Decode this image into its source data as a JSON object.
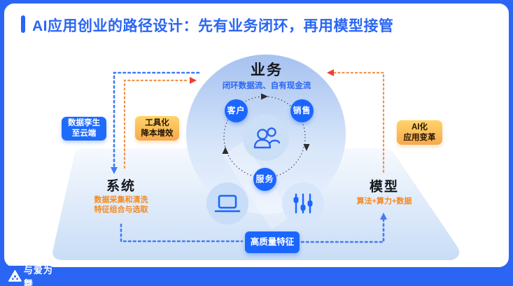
{
  "title": "AI应用创业的路径设计：先有业务闭环，再用模型接管",
  "footer": {
    "brand": "与爱为舞"
  },
  "diagram": {
    "business": {
      "heading": "业务",
      "subtitle": "闭环数据流、自有现金流",
      "nodes": [
        {
          "label": "客户"
        },
        {
          "label": "销售"
        },
        {
          "label": "服务"
        }
      ]
    },
    "system": {
      "heading": "系统",
      "sub1": "数据采集和清洗",
      "sub2": "特征组合与选取"
    },
    "model": {
      "heading": "模型",
      "sub": "算法+算力+数据"
    },
    "callouts": {
      "data_twin": {
        "line1": "数据孪生",
        "line2": "至云端"
      },
      "toolization": {
        "line1": "工具化",
        "line2": "降本增效"
      },
      "ai_change": {
        "line1": "AI化",
        "line2": "应用变革"
      },
      "feature": {
        "label": "高质量特征"
      }
    }
  },
  "colors": {
    "accent_blue": "#2a66f3",
    "node_blue": "#1a66ff",
    "orange_text": "#f5891d",
    "orange_line": "#f29350",
    "red_arrow": "#e8442e",
    "blue_line": "#3e7df6",
    "circle_fill_top": "#a6c2f0",
    "platform_fill": "#c9ddf6"
  }
}
